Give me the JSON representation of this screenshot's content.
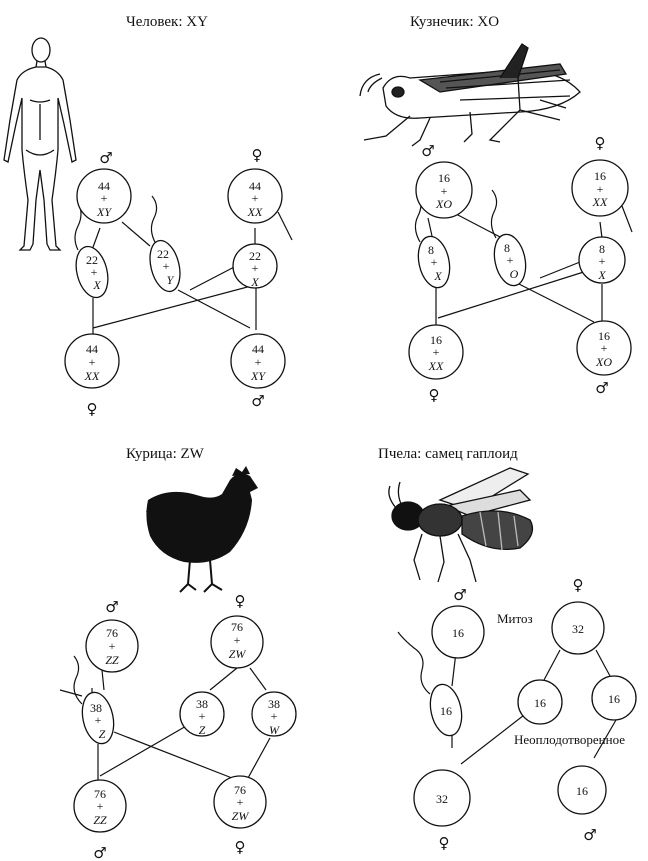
{
  "panels": {
    "human": {
      "title": "Человек: XY",
      "sym_parent_male": "♂",
      "sym_parent_female": "♀",
      "sym_child_female": "♀",
      "sym_child_male": "♂",
      "parent_male": [
        "44",
        "+",
        "XY"
      ],
      "parent_female": [
        "44",
        "+",
        "XX"
      ],
      "gamete_sperm_x": [
        "22",
        "+",
        "X"
      ],
      "gamete_sperm_y": [
        "22",
        "+",
        "Y"
      ],
      "gamete_egg": [
        "22",
        "+",
        "X"
      ],
      "child_female": [
        "44",
        "+",
        "XX"
      ],
      "child_male": [
        "44",
        "+",
        "XY"
      ]
    },
    "grasshopper": {
      "title": "Кузнечик: XO",
      "sym_parent_male": "♂",
      "sym_parent_female": "♀",
      "sym_child_female": "♀",
      "sym_child_male": "♂",
      "parent_male": [
        "16",
        "+",
        "XO"
      ],
      "parent_female": [
        "16",
        "+",
        "XX"
      ],
      "gamete_sperm_x": [
        "8",
        "+",
        "X"
      ],
      "gamete_sperm_o": [
        "8",
        "+",
        "O"
      ],
      "gamete_egg": [
        "8",
        "+",
        "X"
      ],
      "child_female": [
        "16",
        "+",
        "XX"
      ],
      "child_male": [
        "16",
        "+",
        "XO"
      ]
    },
    "chicken": {
      "title": "Курица: ZW",
      "sym_parent_male": "♂",
      "sym_parent_female": "♀",
      "sym_child_male": "♂",
      "sym_child_female": "♀",
      "parent_male": [
        "76",
        "+",
        "ZZ"
      ],
      "parent_female": [
        "76",
        "+",
        "ZW"
      ],
      "gamete_sperm": [
        "38",
        "+",
        "Z"
      ],
      "gamete_egg_z": [
        "38",
        "+",
        "Z"
      ],
      "gamete_egg_w": [
        "38",
        "+",
        "W"
      ],
      "child_male": [
        "76",
        "+",
        "ZZ"
      ],
      "child_female": [
        "76",
        "+",
        "ZW"
      ]
    },
    "bee": {
      "title": "Пчела: самец гаплоид",
      "sym_parent_male": "♂",
      "sym_parent_female": "♀",
      "sym_child_female": "♀",
      "sym_child_male": "♂",
      "mitosis_label": "Митоз",
      "unfertilized_label": "Неоплодотворенное",
      "parent_male": "16",
      "parent_female": "32",
      "gamete_sperm": "16",
      "gamete_egg_a": "16",
      "gamete_egg_b": "16",
      "child_female": "32",
      "child_male": "16"
    }
  },
  "icons": [
    "human-figure-icon",
    "grasshopper-icon",
    "hen-icon",
    "bee-icon",
    "male-symbol",
    "female-symbol"
  ]
}
